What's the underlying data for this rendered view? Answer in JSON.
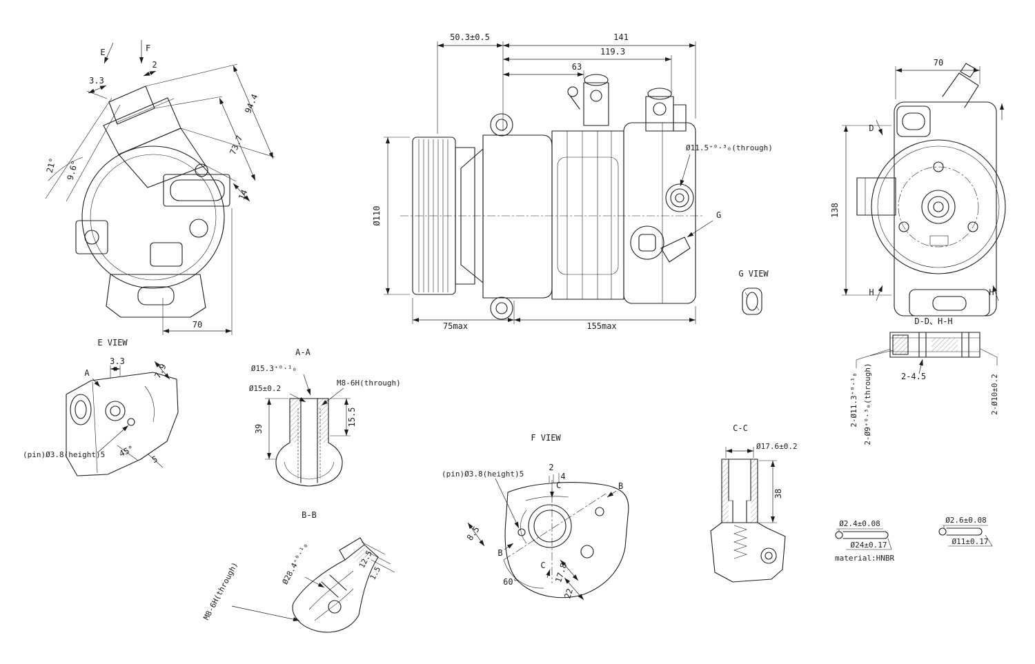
{
  "drawing": {
    "background": "#ffffff",
    "line_color": "#1a1a1a"
  },
  "views": {
    "angled_view": {
      "label": "E VIEW",
      "arrow_e": "E",
      "arrow_f": "F",
      "dims": {
        "d2": "2",
        "d3_3": "3.3",
        "d94_4": "94.4",
        "d73_7": "73.7",
        "a21": "21°",
        "a9_6": "9.6°",
        "d14": "14",
        "d70": "70"
      }
    },
    "main_view": {
      "g_arrow": "G",
      "dims": {
        "d50_3": "50.3±0.5",
        "d141": "141",
        "d119_3": "119.3",
        "d63": "63",
        "d110": "Ø110",
        "d11_5": "Ø11.5⁺⁰·³₀(through)",
        "d75max": "75max",
        "d155max": "155max"
      }
    },
    "g_view": {
      "label": "G VIEW"
    },
    "front_view": {
      "arrow_d": "D",
      "arrow_h": "H",
      "dims": {
        "d70": "70",
        "d138": "138"
      }
    },
    "section_dd_hh": {
      "label": "D-D、H-H",
      "dims": {
        "d4_5": "2-4.5",
        "d11_3": "2-Ø11.3⁺⁰·¹₀",
        "d9": "2-Ø9⁺⁰·³₀(through)",
        "d10": "2-Ø10±0.2"
      }
    },
    "e_view": {
      "arrow_a": "A",
      "pin_note": "(pin)Ø3.8(height)5",
      "dims": {
        "d3_3": "3.3",
        "d7_9": "7.9",
        "a45": "45°",
        "d5": "5"
      }
    },
    "section_aa": {
      "title": "A-A",
      "thread_note": "M8-6H(through)",
      "dims": {
        "d15_3": "Ø15.3⁺⁰·¹₀",
        "d15": "Ø15±0.2",
        "d39": "39",
        "d15_5": "15.5"
      }
    },
    "section_bb": {
      "title": "B-B",
      "thread_note": "M8-6H(through)",
      "dims": {
        "d28_4": "Ø28.4⁺⁰·¹₀",
        "d12_5": "12.5",
        "d1_5": "1.5"
      }
    },
    "f_view": {
      "title": "F VIEW",
      "pin_note": "(pin)Ø3.8(height)5",
      "arrow_c": "C",
      "arrow_b": "B",
      "dims": {
        "d2": "2",
        "d4": "4",
        "d8_5": "8.5",
        "a60": "60°",
        "d17_8": "17.8",
        "d22": "22"
      }
    },
    "section_cc": {
      "title": "C-C",
      "dims": {
        "d17_6": "Ø17.6±0.2",
        "d38": "38"
      }
    },
    "orings": {
      "ring1": {
        "cross_section": "Ø2.4±0.08",
        "diameter": "Ø24±0.17"
      },
      "ring2": {
        "cross_section": "Ø2.6±0.08",
        "diameter": "Ø11±0.17"
      },
      "material": "material:HNBR"
    }
  }
}
